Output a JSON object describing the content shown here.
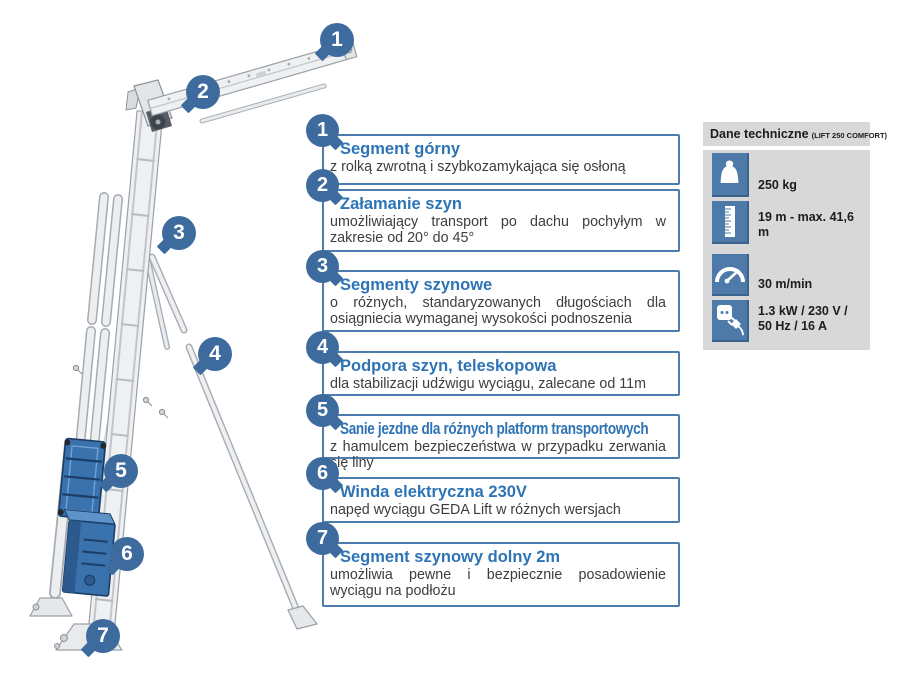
{
  "markers": [
    "1",
    "2",
    "3",
    "4",
    "5",
    "6",
    "7"
  ],
  "callouts": [
    {
      "number": "1",
      "title": "Segment górny",
      "body": "z rolką zwrotną i szybkozamykająca się osłoną"
    },
    {
      "number": "2",
      "title": "Załamanie szyn",
      "body": "umożliwiający transport po dachu pochyłym w zakresie od 20° do 45°"
    },
    {
      "number": "3",
      "title": "Segmenty szynowe",
      "body": "o różnych, standaryzowanych długościach dla osiągniecia wymaganej wysokości podnoszenia"
    },
    {
      "number": "4",
      "title": "Podpora szyn, teleskopowa",
      "body": "dla stabilizacji udźwigu wyciągu, zalecane od 11m"
    },
    {
      "number": "5",
      "title": "Sanie jezdne dla różnych platform transportowych",
      "body": "z hamulcem bezpieczeństwa w przypadku zerwania się liny"
    },
    {
      "number": "6",
      "title": "Winda elektryczna 230V",
      "body": "napęd wyciągu GEDA Lift w różnych wersjach"
    },
    {
      "number": "7",
      "title": "Segment szynowy dolny 2m",
      "body": "umożliwia pewne i bezpiecznie posadowienie wyciągu na podłożu"
    }
  ],
  "tech_panel": {
    "title": "Dane techniczne",
    "subtitle": "(LIFT 250 COMFORT)",
    "specs": [
      {
        "icon": "weight-icon",
        "value": "250 kg"
      },
      {
        "icon": "ruler-icon",
        "value": "19 m - max. 41,6 m"
      },
      {
        "icon": "speedometer-icon",
        "value": "30 m/min"
      },
      {
        "icon": "power-plug-icon",
        "value": "1.3 kW / 230 V / 50 Hz / 16 A"
      }
    ]
  },
  "colors": {
    "badge_blue": "#3e6b9e",
    "title_blue": "#2e74b5",
    "box_border_blue": "#4d7dae",
    "panel_gray": "#d8d8d8",
    "icon_blue": "#4d7aa8",
    "machine_blue": "#3a72ad",
    "line_gray": "#9aa0a7"
  }
}
